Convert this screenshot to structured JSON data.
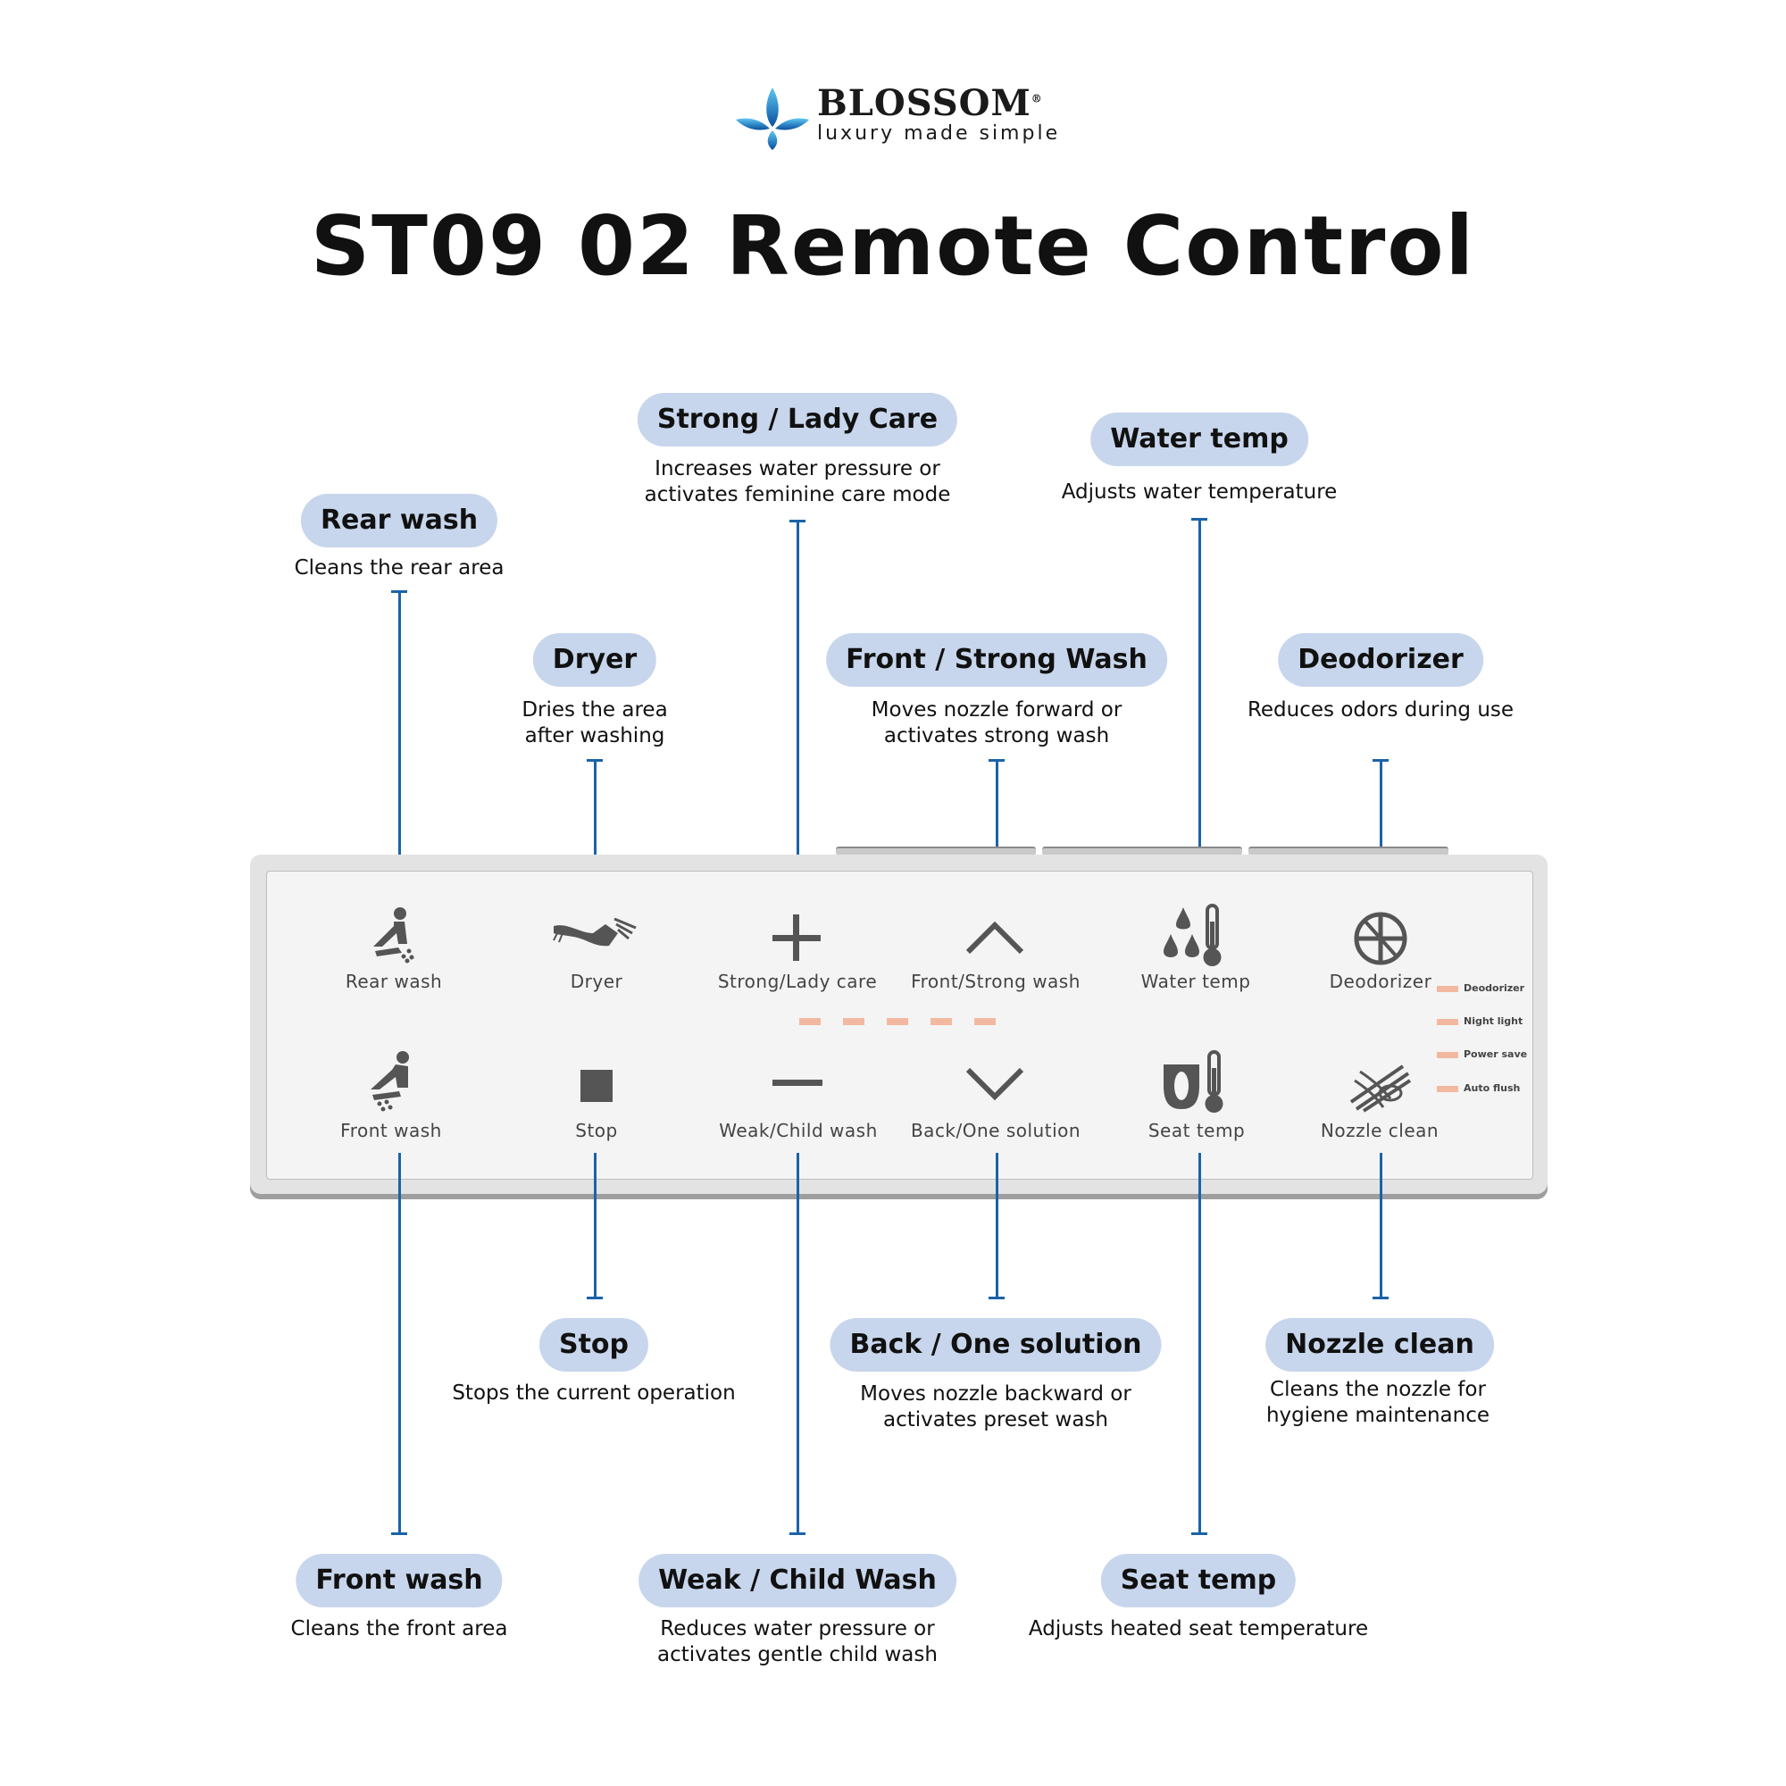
{
  "logo": {
    "brand": "BLOSSOM",
    "registered": "®",
    "tagline": "luxury made simple"
  },
  "title": "ST09 02 Remote Control",
  "callouts": {
    "rear_wash": {
      "label": "Rear wash",
      "desc": [
        "Cleans the rear area"
      ]
    },
    "dryer": {
      "label": "Dryer",
      "desc": [
        "Dries the area",
        "after washing"
      ]
    },
    "strong_lady": {
      "label": "Strong / Lady Care",
      "desc": [
        "Increases water pressure or",
        "activates feminine care mode"
      ]
    },
    "front_strong": {
      "label": "Front / Strong Wash",
      "desc": [
        "Moves nozzle forward or",
        "activates strong wash"
      ]
    },
    "water_temp": {
      "label": "Water temp",
      "desc": [
        "Adjusts water temperature"
      ]
    },
    "deodorizer": {
      "label": "Deodorizer",
      "desc": [
        "Reduces odors during use"
      ]
    },
    "stop": {
      "label": "Stop",
      "desc": [
        "Stops the current operation"
      ]
    },
    "back_one": {
      "label": "Back / One solution",
      "desc": [
        "Moves nozzle backward or",
        "activates preset wash"
      ]
    },
    "nozzle_clean": {
      "label": "Nozzle clean",
      "desc": [
        "Cleans the nozzle for",
        "hygiene maintenance"
      ]
    },
    "front_wash": {
      "label": "Front wash",
      "desc": [
        "Cleans the front area"
      ]
    },
    "weak_child": {
      "label": "Weak / Child Wash",
      "desc": [
        "Reduces water pressure or",
        "activates gentle child wash"
      ]
    },
    "seat_temp": {
      "label": "Seat temp",
      "desc": [
        "Adjusts heated seat temperature"
      ]
    }
  },
  "remote": {
    "top_row": [
      "Rear wash",
      "Dryer",
      "Strong/Lady care",
      "Front/Strong wash",
      "Water temp",
      "Deodorizer"
    ],
    "bottom_row": [
      "Front wash",
      "Stop",
      "Weak/Child wash",
      "Back/One solution",
      "Seat temp",
      "Nozzle clean"
    ],
    "indicators": [
      "Deodorizer",
      "Night light",
      "Power save",
      "Auto flush"
    ],
    "icons": {
      "top": [
        "rear-wash-icon",
        "dryer-icon",
        "plus-icon",
        "chevron-up-icon",
        "water-temp-icon",
        "deodorizer-icon"
      ],
      "bottom": [
        "front-wash-icon",
        "stop-icon",
        "minus-icon",
        "chevron-down-icon",
        "seat-temp-icon",
        "nozzle-clean-icon"
      ]
    }
  },
  "colors": {
    "pill": "#c7d6ec",
    "line": "#1a63a8",
    "indicator": "#f2b9a0",
    "icon": "#555555"
  }
}
